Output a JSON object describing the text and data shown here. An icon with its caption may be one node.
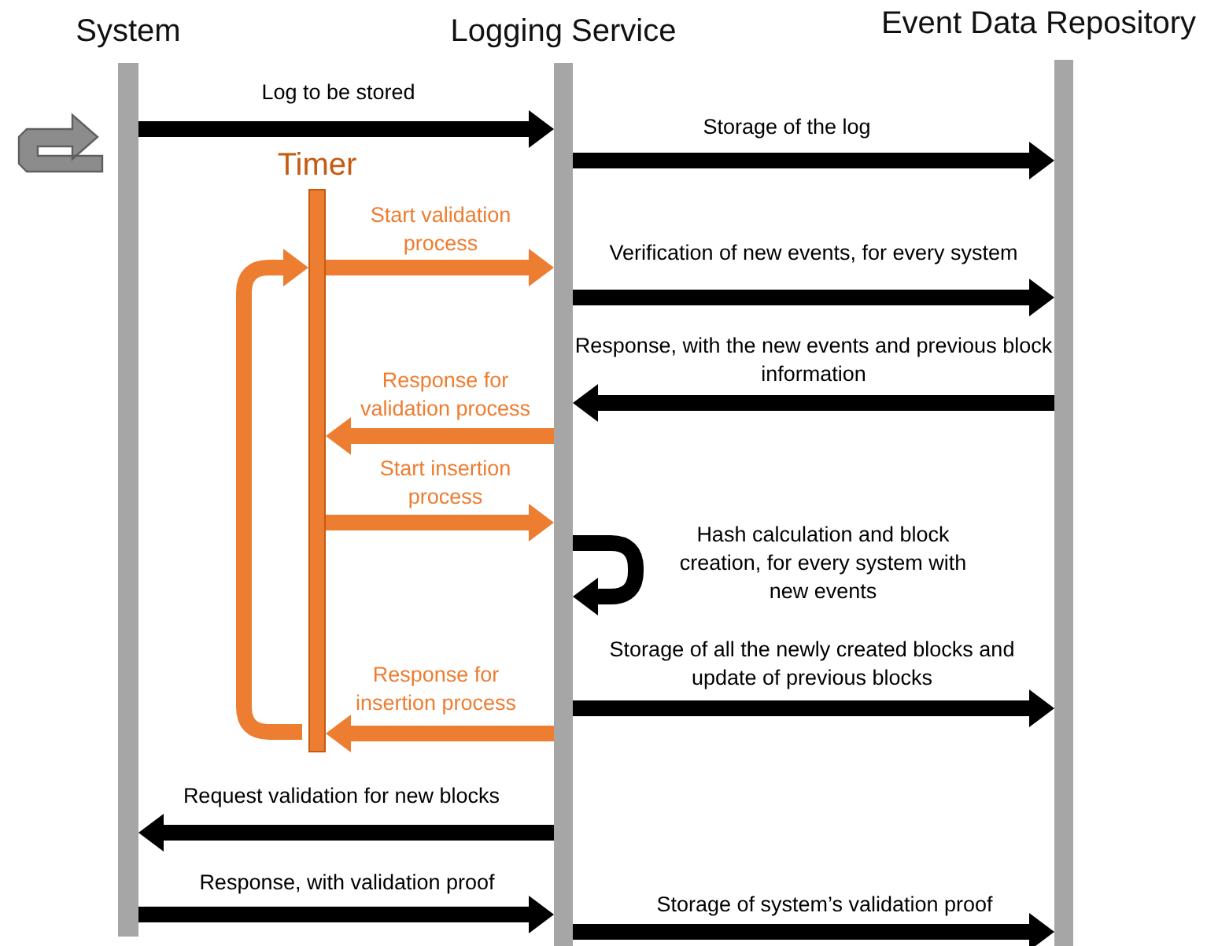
{
  "diagram": {
    "nodes": [
      {
        "text": [
          "System"
        ]
      },
      {
        "text": [
          "Logging Service"
        ]
      },
      {
        "text": [
          "Event Data Repository"
        ]
      },
      {
        "text": [
          "Timer"
        ]
      }
    ],
    "edges": [
      {
        "from": 0,
        "to": 1,
        "arrow": "to",
        "label": "Log to be stored"
      },
      {
        "from": 1,
        "to": 2,
        "arrow": "to",
        "label": "Storage of the log"
      },
      {
        "from": 3,
        "to": 1,
        "arrow": "to",
        "label": "Start validation process",
        "color": "#ed7d31"
      },
      {
        "from": 1,
        "to": 2,
        "arrow": "to",
        "label": "Verification of new events, for every system"
      },
      {
        "from": 2,
        "to": 1,
        "arrow": "to",
        "label": "Response, with the new events and previous block information"
      },
      {
        "from": 1,
        "to": 3,
        "arrow": "to",
        "label": "Response for validation process",
        "color": "#ed7d31"
      },
      {
        "from": 3,
        "to": 1,
        "arrow": "to",
        "label": "Start insertion process",
        "color": "#ed7d31"
      },
      {
        "from": 1,
        "to": 1,
        "arrow": "to",
        "label": "Hash calculation and block creation, for every system with new events"
      },
      {
        "from": 1,
        "to": 2,
        "arrow": "to",
        "label": "Storage of all the newly created blocks and update of previous blocks"
      },
      {
        "from": 1,
        "to": 3,
        "arrow": "to",
        "label": "Response for insertion process",
        "color": "#ed7d31"
      },
      {
        "from": 1,
        "to": 0,
        "arrow": "to",
        "label": "Request validation for new blocks"
      },
      {
        "from": 0,
        "to": 1,
        "arrow": "to",
        "label": "Response, with validation proof"
      },
      {
        "from": 1,
        "to": 2,
        "arrow": "to",
        "label": "Storage of system’s validation proof"
      },
      {
        "from": null,
        "to": 3,
        "arrow": "to",
        "color": "#ed7d31"
      }
    ]
  }
}
